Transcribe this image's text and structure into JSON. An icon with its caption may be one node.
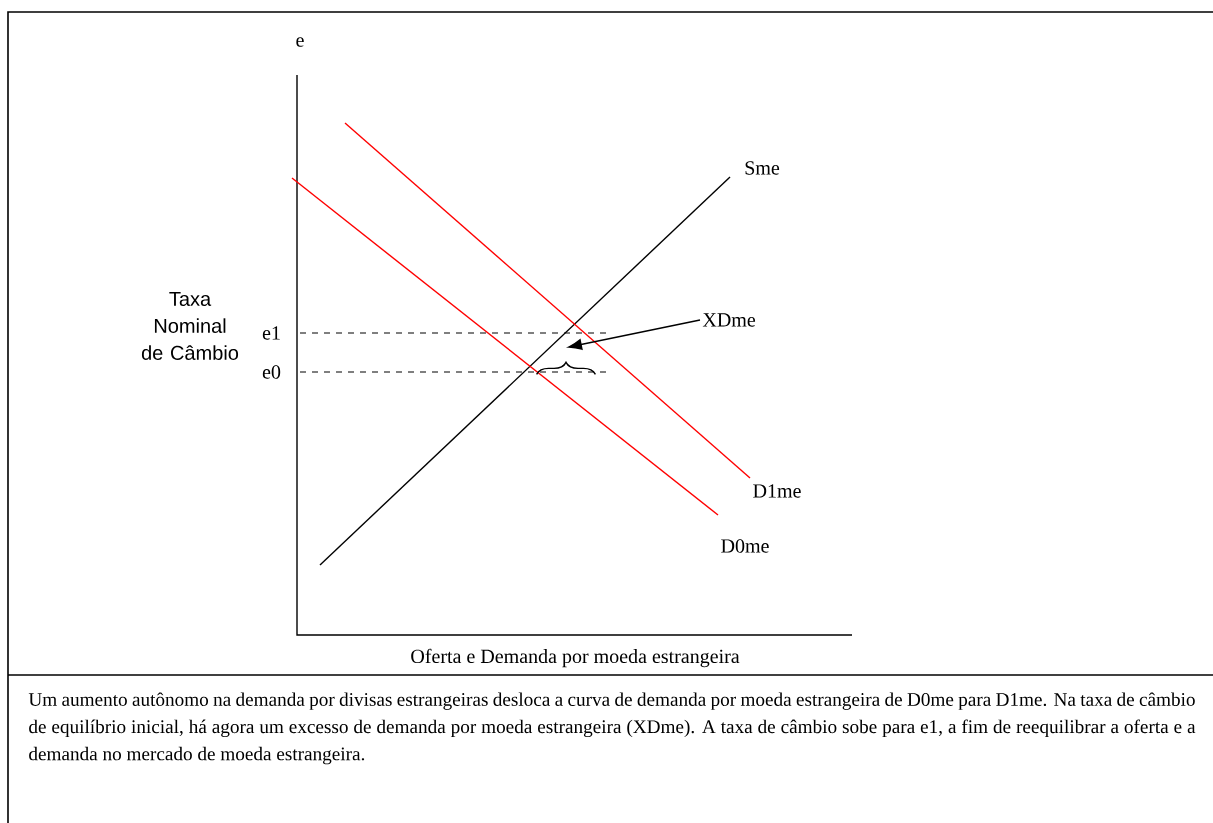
{
  "diagram": {
    "caption": "Um aumento autônomo na demanda por divisas estrangeiras desloca a curva de demanda por moeda estrangeira de D0me para D1me. Na taxa de câmbio de equilíbrio inicial, há agora um excesso de demanda por moeda estrangeira (XDme). A taxa de câmbio sobe para e1, a fim de reequilibrar a oferta e a demanda no mercado de moeda estrangeira.",
    "nodes": [
      {
        "text": [
          "XDme"
        ]
      },
      {
        "text": [],
        "shape": "brace"
      }
    ],
    "edges": [
      {
        "from": 0,
        "to": 1,
        "arrow": "to"
      }
    ],
    "labels": [
      "e",
      "Sme",
      "Taxa Nominal de Câmbio",
      "e1",
      "e0",
      "D1me",
      "D0me",
      "Oferta e Demanda por moeda estrangeira"
    ]
  }
}
